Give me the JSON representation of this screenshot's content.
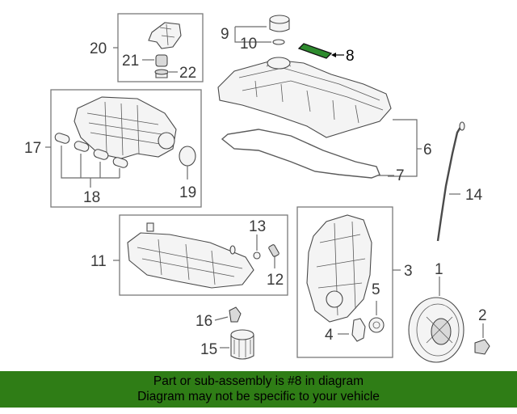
{
  "callouts": {
    "c1": "1",
    "c2": "2",
    "c3": "3",
    "c4": "4",
    "c5": "5",
    "c6": "6",
    "c7": "7",
    "c8": "8",
    "c9": "9",
    "c10": "10",
    "c11": "11",
    "c12": "12",
    "c13": "13",
    "c14": "14",
    "c15": "15",
    "c16": "16",
    "c17": "17",
    "c18": "18",
    "c19": "19",
    "c20": "20",
    "c21": "21",
    "c22": "22"
  },
  "highlight": {
    "part_number": "8",
    "color": "#2e8b2e"
  },
  "banner": {
    "line1": "Part or sub-assembly is #8 in diagram",
    "line2": "Diagram may not be specific to your vehicle",
    "background": "#2f7d16"
  }
}
